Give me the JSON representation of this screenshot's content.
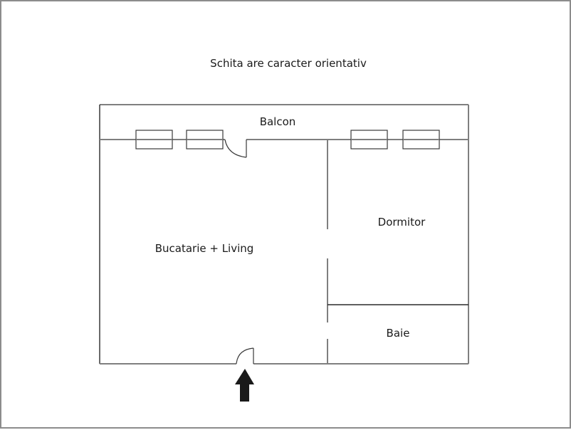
{
  "title": "Schita are caracter orientativ",
  "rooms": {
    "balcony": "Balcon",
    "kitchen_living": "Bucatarie + Living",
    "bedroom": "Dormitor",
    "bathroom": "Baie"
  },
  "icons": {
    "entrance": "entrance-arrow-icon"
  },
  "colors": {
    "wall": "#7f7f7f",
    "line": "#2a2a2a",
    "border": "#8c8c8c",
    "arrow": "#1a1a1a"
  }
}
